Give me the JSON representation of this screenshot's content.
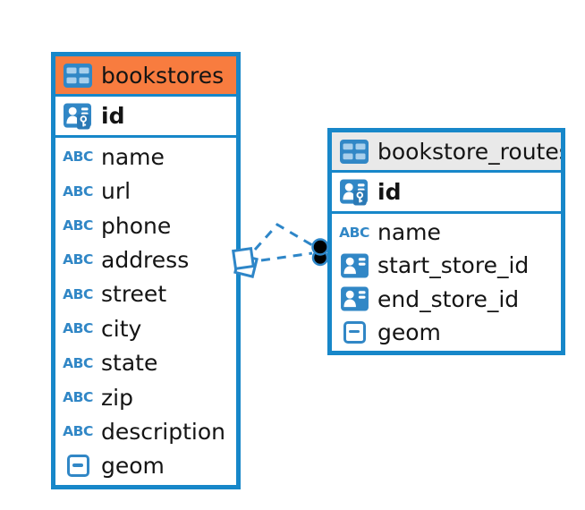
{
  "diagram": {
    "tables": [
      {
        "name": "bookstores",
        "primary_key": "id",
        "header_color": "#F87C3F",
        "columns": [
          {
            "name": "name",
            "type": "text"
          },
          {
            "name": "url",
            "type": "text"
          },
          {
            "name": "phone",
            "type": "text"
          },
          {
            "name": "address",
            "type": "text"
          },
          {
            "name": "street",
            "type": "text"
          },
          {
            "name": "city",
            "type": "text"
          },
          {
            "name": "state",
            "type": "text"
          },
          {
            "name": "zip",
            "type": "text"
          },
          {
            "name": "description",
            "type": "text"
          },
          {
            "name": "geom",
            "type": "geometry"
          }
        ]
      },
      {
        "name": "bookstore_routes",
        "primary_key": "id",
        "header_color": "#E9E9E9",
        "columns": [
          {
            "name": "name",
            "type": "text"
          },
          {
            "name": "start_store_id",
            "type": "reference"
          },
          {
            "name": "end_store_id",
            "type": "reference"
          },
          {
            "name": "geom",
            "type": "geometry"
          }
        ]
      }
    ],
    "type_icon_label": "ABC",
    "colors": {
      "border_blue": "#1787C9",
      "icon_blue": "#3187C6",
      "bookstores_header": "#F87C3F",
      "routes_header": "#E9E9E9",
      "connector_blue": "#2E86C8",
      "connector_dot": "#000000"
    }
  }
}
